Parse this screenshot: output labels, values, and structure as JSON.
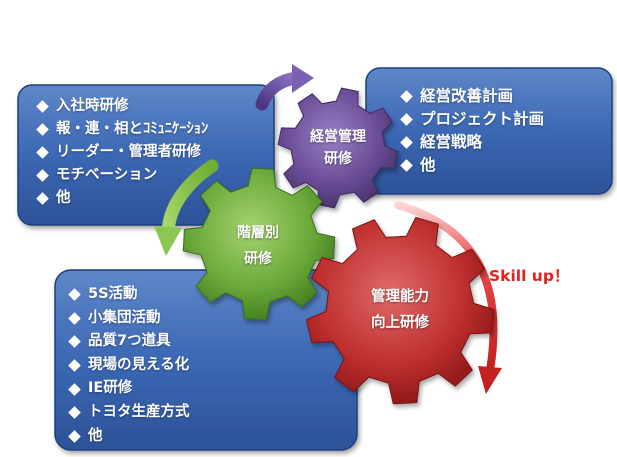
{
  "boxes": {
    "left": {
      "items": [
        "入社時研修",
        "報・連・相とｺﾐｭﾆｹｰｼｮﾝ",
        "リーダー・管理者研修",
        "モチベーション",
        "他"
      ]
    },
    "right": {
      "items": [
        "経営改善計画",
        "プロジェクト計画",
        "経営戦略",
        "他"
      ]
    },
    "bottom": {
      "items": [
        "5S活動",
        "小集団活動",
        "品質7つ道具",
        "現場の見える化",
        "IE研修",
        "トヨタ生産方式",
        "他"
      ]
    }
  },
  "gears": {
    "green": {
      "line1": "階層別",
      "line2": "研修",
      "color": "#6aa93a"
    },
    "purple": {
      "line1": "経営管理",
      "line2": "研修",
      "color": "#6a4d96"
    },
    "red": {
      "line1": "管理能力",
      "line2": "向上研修",
      "color": "#bf2f2f"
    }
  },
  "annotation": {
    "skill_up": "Skill up！",
    "color": "#e51f1f"
  },
  "colors": {
    "box_fill": "#3c68b4",
    "box_border": "#1f3f79"
  }
}
